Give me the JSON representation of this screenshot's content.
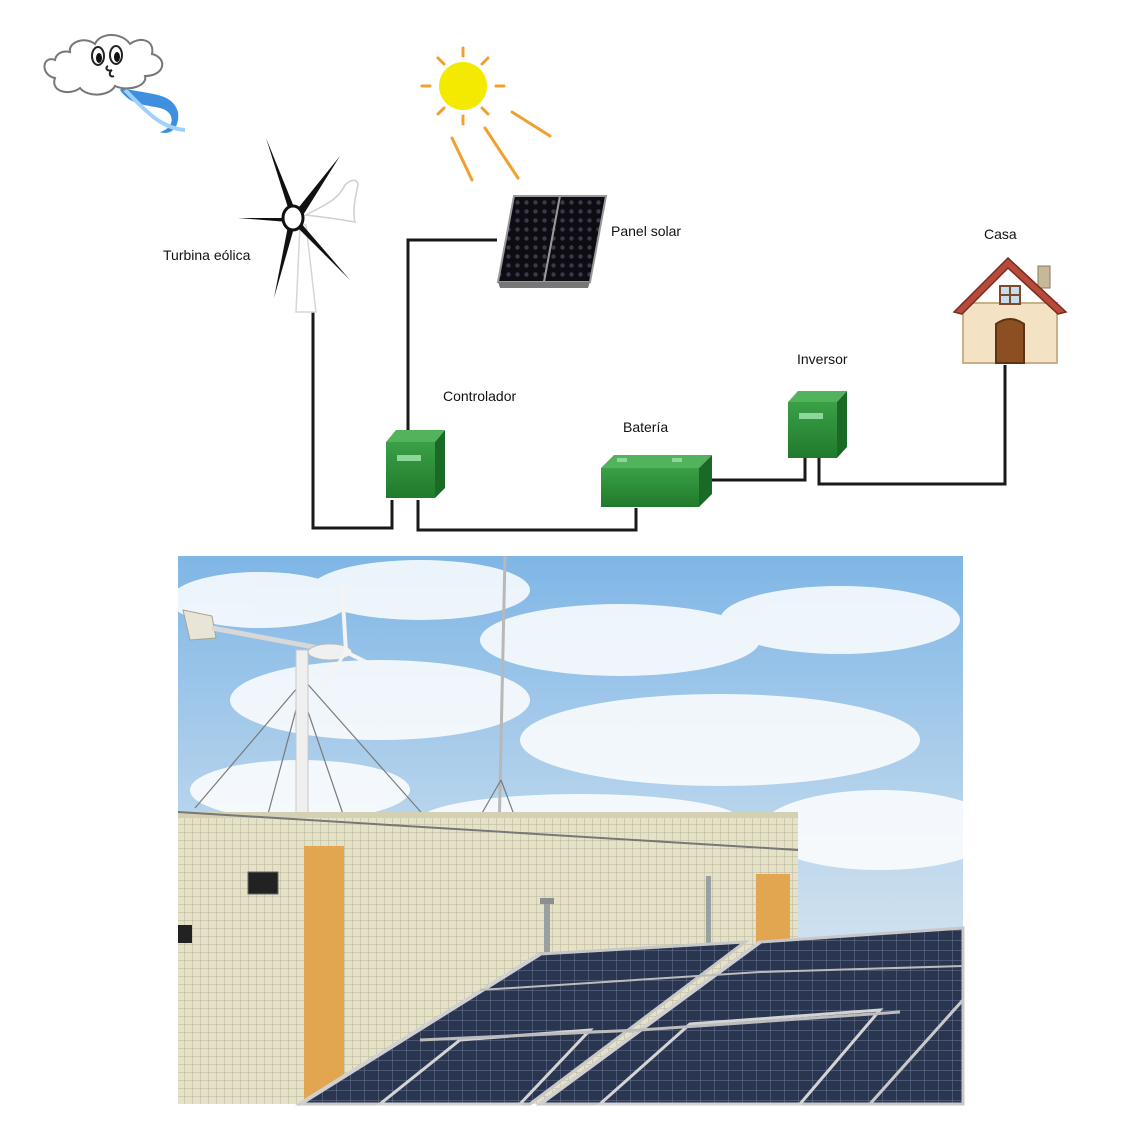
{
  "diagram": {
    "labels": {
      "wind_turbine": "Turbina eólica",
      "solar_panel": "Panel solar",
      "house": "Casa",
      "inverter": "Inversor",
      "controller": "Controlador",
      "battery": "Batería"
    },
    "icons": [
      "wind-cloud-icon",
      "sun-icon",
      "wind-turbine-icon",
      "solar-panel-icon",
      "house-icon",
      "controller-box-icon",
      "battery-icon",
      "inverter-box-icon"
    ],
    "colors": {
      "equipment_green": "#2e8b3a",
      "wire": "#1a1a1a",
      "sun": "#f2e600",
      "sun_rays": "#f0a030",
      "roof": "#b84a3a",
      "sky": "#8ec0e8"
    }
  },
  "photo": {
    "subject": "rooftop-wind-solar-installation"
  }
}
